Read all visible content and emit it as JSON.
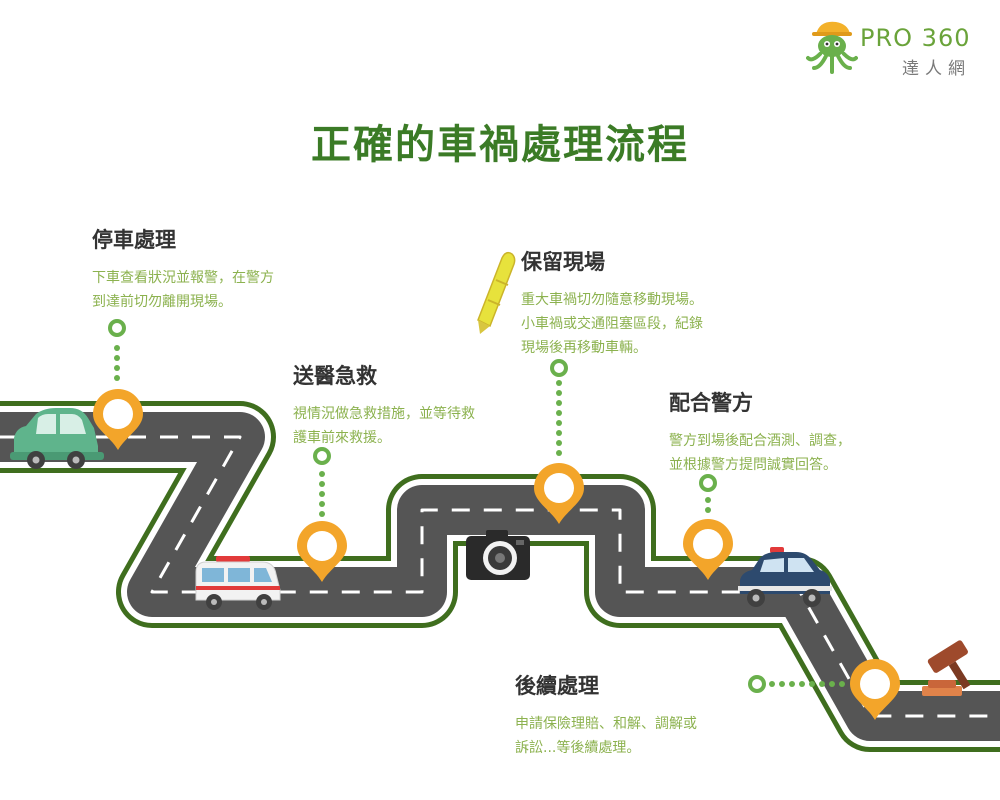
{
  "logo": {
    "brand": "PRO 360",
    "subtitle": "達人網"
  },
  "title": "正確的車禍處理流程",
  "steps": [
    {
      "title": "停車處理",
      "lines": [
        "下車查看狀況並報警，在警方",
        "到達前切勿離開現場。"
      ]
    },
    {
      "title": "送醫急救",
      "lines": [
        "視情況做急救措施，並等待救",
        "護車前來救援。"
      ]
    },
    {
      "title": "保留現場",
      "lines": [
        "重大車禍切勿隨意移動現場。",
        "小車禍或交通阻塞區段，紀錄",
        "現場後再移動車輛。"
      ]
    },
    {
      "title": "配合警方",
      "lines": [
        "警方到場後配合酒測、調查，",
        "並根據警方提問誠實回答。"
      ]
    },
    {
      "title": "後續處理",
      "lines": [
        "申請保險理賠、和解、調解或",
        "訴訟...等後續處理。"
      ]
    }
  ],
  "colors": {
    "title": "#3b7b26",
    "road": "#555555",
    "road_border": "#3f6e1e",
    "pin": "#f3a52a",
    "dot": "#6ab04c",
    "body_text": "#8cb24f",
    "heading_text": "#333333"
  },
  "icons": [
    "octopus-mascot-icon",
    "green-car-icon",
    "ambulance-icon",
    "crayon-icon",
    "camera-icon",
    "police-car-icon",
    "gavel-icon",
    "location-pin-icon"
  ]
}
